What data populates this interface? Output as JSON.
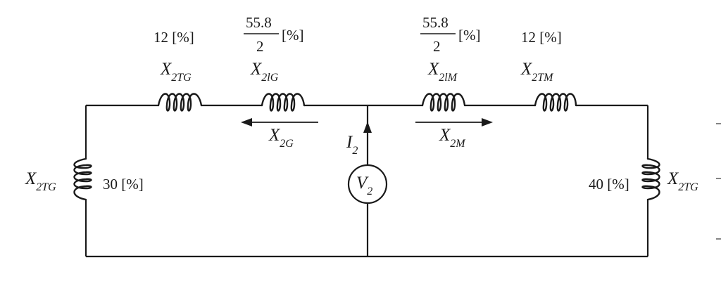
{
  "labels": {
    "top_left_pct": "12 [%]",
    "top_right_pct": "12 [%]",
    "frac_num_left": "55.8",
    "frac_den_left": "2",
    "frac_pct_left": "[%]",
    "frac_num_right": "55.8",
    "frac_den_right": "2",
    "frac_pct_right": "[%]",
    "left_vertical_pct": "30 [%]",
    "right_vertical_pct": "40 [%]"
  },
  "symbols": {
    "x_main": "X",
    "i_main": "I",
    "v_main": "V",
    "top_xtg_sub": "2TG",
    "top_xlg_sub": "2lG",
    "top_xlm_sub": "2lM",
    "top_xtm_sub": "2TM",
    "left_xtg_sub": "2TG",
    "right_xtg_sub": "2TG",
    "x2g_sub": "2G",
    "x2m_sub": "2M",
    "i2_sub": "2",
    "v2_sub": "2"
  }
}
